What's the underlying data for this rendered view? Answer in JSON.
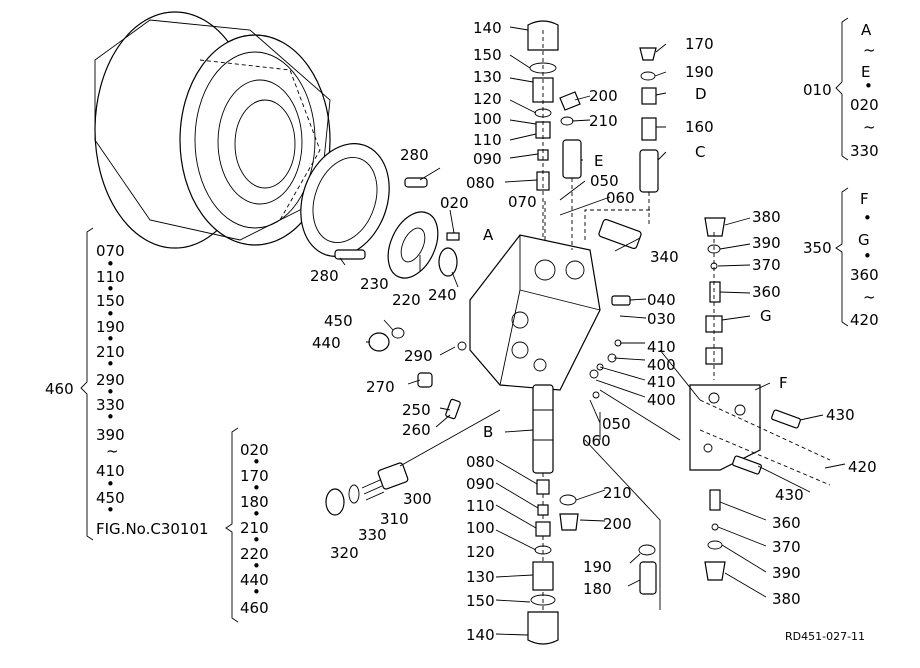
{
  "labels": {
    "l140a": "140",
    "l150a": "150",
    "l130a": "130",
    "l120a": "120",
    "l100a": "100",
    "l110a": "110",
    "l090a": "090",
    "l080a": "080",
    "l070": "070",
    "l050a": "050",
    "l060a": "060",
    "l200a": "200",
    "l210a": "210",
    "lE": "E",
    "l170": "170",
    "l190a": "190",
    "lD": "D",
    "l160": "160",
    "lC": "C",
    "l280a": "280",
    "l280b": "280",
    "l020": "020",
    "lA": "A",
    "l230": "230",
    "l220": "220",
    "l240": "240",
    "l340": "340",
    "l040": "040",
    "l030": "030",
    "l410a": "410",
    "l400a": "400",
    "l410b": "410",
    "l400b": "400",
    "l450": "450",
    "l440": "440",
    "l290": "290",
    "l270": "270",
    "l250": "250",
    "l260": "260",
    "lB": "B",
    "l050b": "050",
    "l060b": "060",
    "l080b": "080",
    "l090b": "090",
    "l110b": "110",
    "l100b": "100",
    "l120b": "120",
    "l130b": "130",
    "l150b": "150",
    "l140b": "140",
    "l210b": "210",
    "l200b": "200",
    "l190b": "190",
    "l180": "180",
    "l300": "300",
    "l310": "310",
    "l330": "330",
    "l320": "320",
    "l380a": "380",
    "l390a": "390",
    "l370a": "370",
    "l360a": "360",
    "lG": "G",
    "lF": "F",
    "l430a": "430",
    "l420": "420",
    "l430b": "430",
    "l360b": "360",
    "l370b": "370",
    "l390b": "390",
    "l380b": "380"
  },
  "group_010": {
    "label": "010",
    "items": [
      "A",
      "~",
      "E",
      "•",
      "020",
      "~",
      "330"
    ]
  },
  "group_350": {
    "label": "350",
    "items": [
      "F",
      "•",
      "G",
      "•",
      "360",
      "~",
      "420"
    ]
  },
  "group_460": {
    "label": "460",
    "items": [
      "070",
      "•",
      "110",
      "•",
      "150",
      "•",
      "190",
      "•",
      "210",
      "•",
      "290",
      "•",
      "330",
      "•",
      "390",
      "~",
      "410",
      "•",
      "450",
      "•"
    ],
    "fig_ref": "FIG.No.C30101"
  },
  "group_fig": {
    "items": [
      "020",
      "•",
      "170",
      "•",
      "180",
      "•",
      "210",
      "•",
      "220",
      "•",
      "440",
      "•",
      "460"
    ]
  },
  "drawing_code": "RD451-027-11"
}
